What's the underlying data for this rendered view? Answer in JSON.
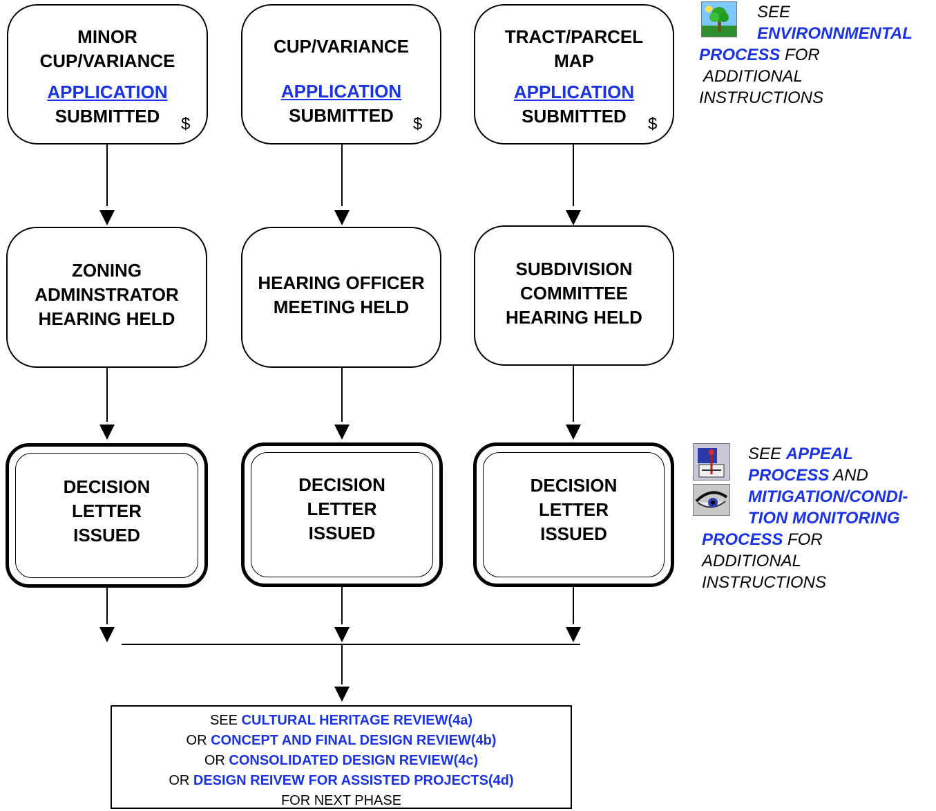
{
  "columns": [
    {
      "app_title": [
        "MINOR",
        "CUP/VARIANCE"
      ],
      "app_link": "APPLICATION",
      "app_status": "SUBMITTED",
      "fee_symbol": "$",
      "hearing": [
        "ZONING",
        "ADMINSTRATOR",
        "HEARING HELD"
      ],
      "decision": [
        "DECISION",
        "LETTER",
        "ISSUED"
      ]
    },
    {
      "app_title": [
        "CUP/VARIANCE"
      ],
      "app_link": "APPLICATION",
      "app_status": "SUBMITTED",
      "fee_symbol": "$",
      "hearing": [
        "HEARING OFFICER",
        "MEETING HELD"
      ],
      "decision": [
        "DECISION",
        "LETTER",
        "ISSUED"
      ]
    },
    {
      "app_title": [
        "TRACT/PARCEL",
        "MAP"
      ],
      "app_link": "APPLICATION",
      "app_status": "SUBMITTED",
      "fee_symbol": "$",
      "hearing": [
        "SUBDIVISION",
        "COMMITTEE",
        "HEARING HELD"
      ],
      "decision": [
        "DECISION",
        "LETTER",
        "ISSUED"
      ]
    }
  ],
  "environmental_note": {
    "icon": "tree-landscape-icon",
    "line1": "SEE",
    "link1": "ENVIRONNMENTAL",
    "link2": "PROCESS",
    "after_link": "FOR",
    "line3": "ADDITIONAL",
    "line4": "INSTRUCTIONS"
  },
  "appeal_note": {
    "icon1": "appeal-scales-icon",
    "icon2": "eye-icon",
    "see": "SEE",
    "appeal_link": "APPEAL",
    "appeal_link2": "PROCESS",
    "and": "AND",
    "mitigation_link1": "MITIGATION/CONDI-",
    "mitigation_link2": "TION MONITORING",
    "mitigation_link3": "PROCESS",
    "for": "FOR",
    "line_add": "ADDITIONAL",
    "line_instr": "INSTRUCTIONS"
  },
  "next_phase": {
    "see": "SEE",
    "or": "OR",
    "review_a": "CULTURAL HERITAGE REVIEW(4a)",
    "review_b": "CONCEPT AND FINAL DESIGN REVIEW(4b)",
    "review_c": "CONSOLIDATED DESIGN REVIEW(4c)",
    "review_d": "DESIGN REIVEW FOR ASSISTED PROJECTS(4d)",
    "footer": "FOR NEXT PHASE"
  },
  "colors": {
    "link": "#1a33e6",
    "line": "#000000"
  }
}
